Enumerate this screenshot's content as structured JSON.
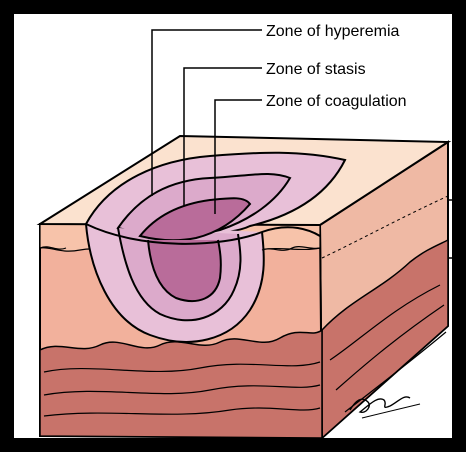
{
  "labels": {
    "hyperemia": "Zone of hyperemia",
    "stasis": "Zone of stasis",
    "coagulation": "Zone of coagulation"
  },
  "signature": "Gautwist",
  "colors": {
    "frame": "#000000",
    "background": "#ffffff",
    "skin_top": "#fbe2cf",
    "epidermis_side": "#f7c3aa",
    "dermis_side": "#f2b19c",
    "deep_front": "#e6a18f",
    "muscle_band": "#c8736a",
    "right_face": "#efb9a4",
    "hyperemia_zone": "#e8c0d8",
    "stasis_zone": "#dcaacb",
    "coagulation_zone": "#b96c9a",
    "outline": "#000000"
  }
}
